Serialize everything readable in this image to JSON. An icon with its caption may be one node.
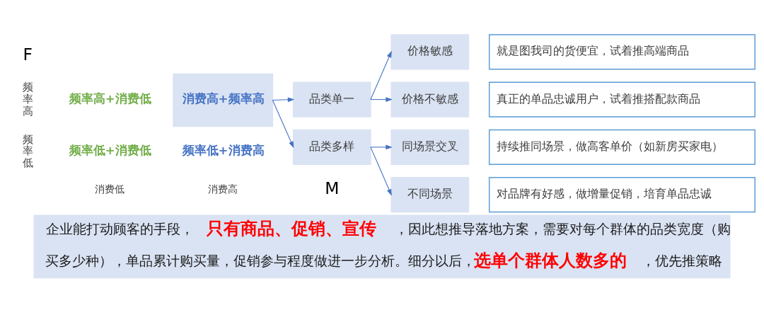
{
  "diagram": {
    "caption": "企业能打动顾客的手段，**只有商品、促销、宣传**，因此想推导落地方案，需要对每个群体的品类宽度（购买多少种），单品累计购买量，促销参与程度做进一步分析。细分以后，**选单个群体人数多的**，优先推策略",
    "nodes": [
      {
        "text": [
          "消费高+频率高"
        ]
      },
      {
        "text": [
          "品类单一"
        ]
      },
      {
        "text": [
          "品类多样"
        ]
      },
      {
        "text": [
          "价格敏感"
        ]
      },
      {
        "text": [
          "价格不敏感"
        ]
      },
      {
        "text": [
          "同场景交叉"
        ]
      },
      {
        "text": [
          "不同场景"
        ]
      },
      {
        "text": [
          "就是图我司的货便宜，试着推高端商品"
        ]
      },
      {
        "text": [
          "真正的单品忠诚用户，试着推搭配款商品"
        ]
      },
      {
        "text": [
          "持续推同场景，做高客单价（如新房买家电）"
        ]
      },
      {
        "text": [
          "对品牌有好感，做增量促销，培育单品忠诚"
        ]
      }
    ],
    "edges": [
      {
        "from": 0,
        "to": 1,
        "arrow": "to"
      },
      {
        "from": 0,
        "to": 2,
        "arrow": "to"
      },
      {
        "from": 1,
        "to": 3,
        "arrow": "to"
      },
      {
        "from": 1,
        "to": 4,
        "arrow": "to"
      },
      {
        "from": 2,
        "to": 5,
        "arrow": "to"
      },
      {
        "from": 2,
        "to": 6,
        "arrow": "to"
      }
    ],
    "labels": [
      "F",
      "频率高",
      "频率高+消费低",
      "频率低",
      "频率低+消费低",
      "频率低+消费高",
      "消费低",
      "消费高",
      "M"
    ]
  }
}
